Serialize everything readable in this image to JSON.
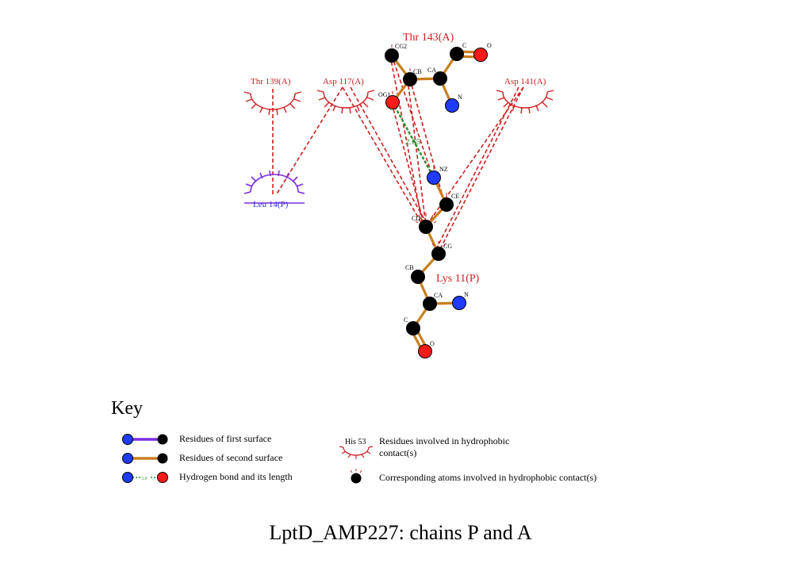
{
  "title": "LptD_AMP227: chains P and A",
  "colors": {
    "hydrophobic": "#cc1f1f",
    "first_surface": "#7b2fe0",
    "second_surface": "#c87f1e",
    "hbond": "#2e8b2e",
    "nitrogen": "#1f3bff",
    "oxygen": "#ff1a1a",
    "carbon": "#000000"
  },
  "residues": {
    "thr143": "Thr 143(A)",
    "thr139": "Thr 139(A)",
    "asp117": "Asp 117(A)",
    "asp141": "Asp 141(A)",
    "leu14": "Leu 14(P)",
    "lys11": "Lys 11(P)"
  },
  "atoms": {
    "thr_cg2": "CG2",
    "thr_cb": "CB",
    "thr_ca": "CA",
    "thr_c": "C",
    "thr_o": "O",
    "thr_og1": "OG1",
    "thr_n": "N",
    "lys_nz": "NZ",
    "lys_ce": "CE",
    "lys_cd": "CD",
    "lys_cg": "CG",
    "lys_cb": "CB",
    "lys_ca": "CA",
    "lys_n": "N",
    "lys_c": "C",
    "lys_o": "O"
  },
  "hbond_length": "2.65",
  "key": {
    "heading": "Key",
    "first_surface": "Residues of first surface",
    "second_surface": "Residues of second surface",
    "hbond": "Hydrogen bond and its length",
    "hbond_sample_length": "3.0",
    "hydrophobic_sample_residue": "His 53",
    "hydrophobic_line1": "Residues involved in hydrophobic",
    "hydrophobic_line2": "contact(s)",
    "hydrophobic_atoms": "Corresponding atoms involved in hydrophobic contact(s)"
  }
}
